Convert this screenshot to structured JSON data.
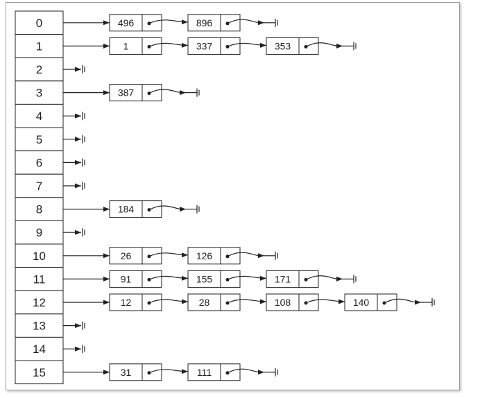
{
  "hash_table": {
    "buckets": [
      {
        "index": "0",
        "keys": [
          "496",
          "896"
        ]
      },
      {
        "index": "1",
        "keys": [
          "1",
          "337",
          "353"
        ]
      },
      {
        "index": "2",
        "keys": []
      },
      {
        "index": "3",
        "keys": [
          "387"
        ]
      },
      {
        "index": "4",
        "keys": []
      },
      {
        "index": "5",
        "keys": []
      },
      {
        "index": "6",
        "keys": []
      },
      {
        "index": "7",
        "keys": []
      },
      {
        "index": "8",
        "keys": [
          "184"
        ]
      },
      {
        "index": "9",
        "keys": []
      },
      {
        "index": "10",
        "keys": [
          "26",
          "126"
        ]
      },
      {
        "index": "11",
        "keys": [
          "91",
          "155",
          "171"
        ]
      },
      {
        "index": "12",
        "keys": [
          "12",
          "28",
          "108",
          "140"
        ]
      },
      {
        "index": "13",
        "keys": []
      },
      {
        "index": "14",
        "keys": []
      },
      {
        "index": "15",
        "keys": [
          "31",
          "111"
        ]
      }
    ]
  }
}
